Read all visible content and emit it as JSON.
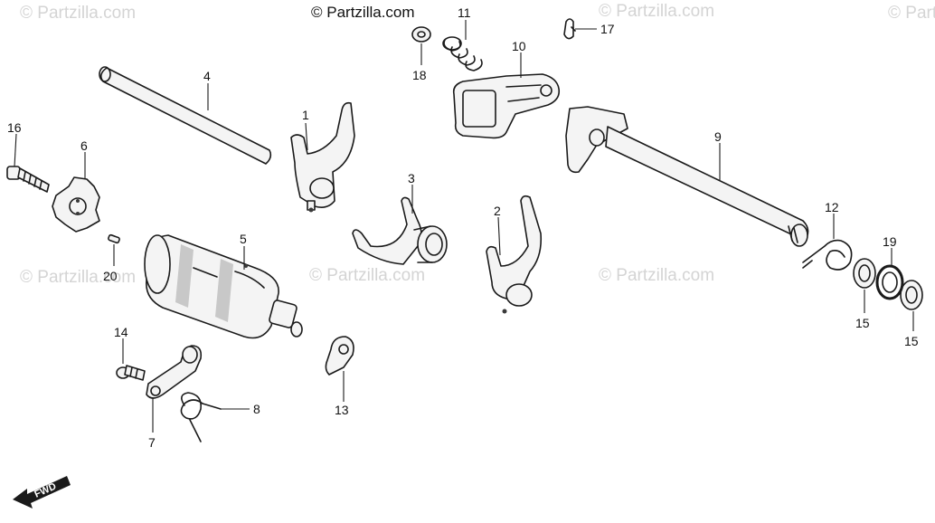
{
  "copyright": "© Partzilla.com",
  "watermark": "© Partzilla.com",
  "fwd_label": "FWD",
  "colors": {
    "ink": "#1a1a1a",
    "watermark": "#d4d4d4",
    "background": "#ffffff"
  },
  "callouts": [
    "1",
    "2",
    "3",
    "4",
    "5",
    "6",
    "7",
    "8",
    "9",
    "10",
    "11",
    "12",
    "13",
    "14",
    "15",
    "15",
    "16",
    "17",
    "18",
    "19",
    "20"
  ]
}
